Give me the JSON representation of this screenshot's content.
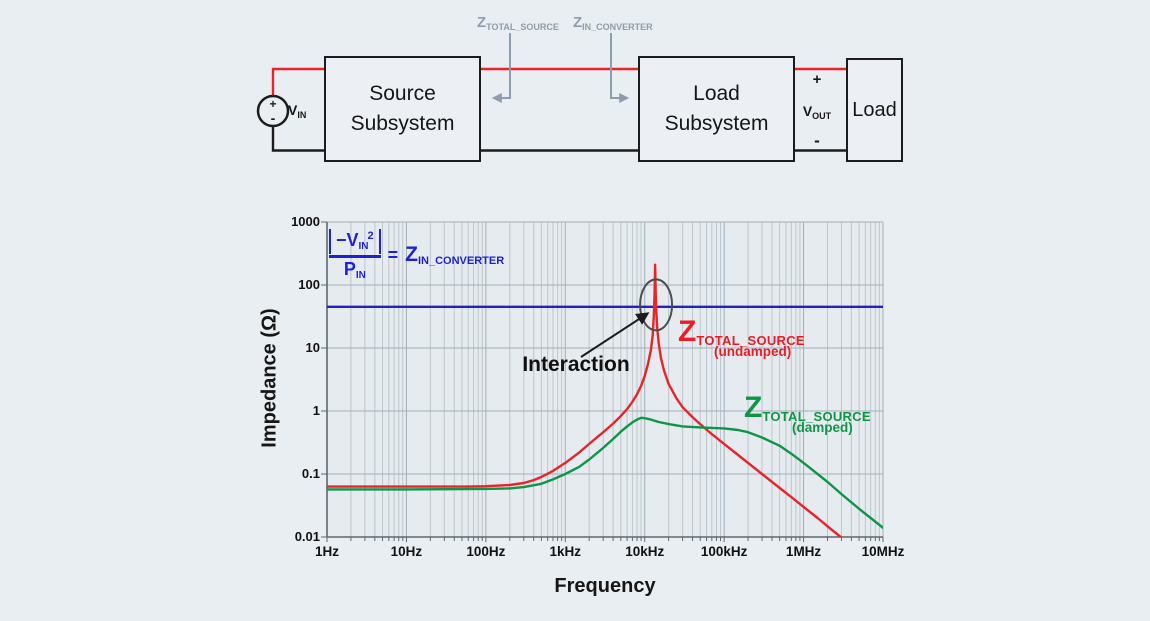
{
  "diagram": {
    "source": {
      "plus": "+",
      "minus": "-",
      "label": "V",
      "label_sub": "IN"
    },
    "source_box": {
      "line1": "Source",
      "line2": "Subsystem"
    },
    "load_box": {
      "line1": "Load",
      "line2": "Subsystem"
    },
    "load": {
      "label": "Load"
    },
    "z_total_source": {
      "main": "Z",
      "sub": "TOTAL_SOURCE"
    },
    "z_in_converter": {
      "main": "Z",
      "sub": "IN_CONVERTER"
    },
    "output": {
      "plus": "+",
      "label": "V",
      "label_sub": "OUT",
      "minus": "-"
    }
  },
  "chart": {
    "ylabel": "Impedance (Ω)",
    "xlabel": "Frequency",
    "formula": {
      "numerator": "−V",
      "numerator_sub": "IN",
      "numerator_sup": "2",
      "denominator": "P",
      "denominator_sub": "IN",
      "equals": "=",
      "z": "Z",
      "z_sub": "IN_CONVERTER"
    },
    "annotation": "Interaction",
    "undamped_label": {
      "main": "Z",
      "sub": "TOTAL_SOURCE",
      "qualifier": "(undamped)"
    },
    "damped_label": {
      "main": "Z",
      "sub": "TOTAL_SOURCE",
      "qualifier": "(damped)"
    }
  },
  "chart_data": {
    "type": "line",
    "x_scale": "log",
    "y_scale": "log",
    "xlabel": "Frequency",
    "ylabel": "Impedance (Ω)",
    "xlim_hz": [
      1,
      10000000
    ],
    "ylim_ohm": [
      0.01,
      1000
    ],
    "x_tick_labels": [
      "1Hz",
      "10Hz",
      "100Hz",
      "1kHz",
      "10kHz",
      "100kHz",
      "1MHz",
      "10MHz"
    ],
    "y_tick_labels": [
      "1000",
      "100",
      "10",
      "1",
      "0.1",
      "0.01"
    ],
    "grid": "log-minor-vertical, major-horizontal",
    "series": [
      {
        "name": "Z_IN_CONVERTER",
        "color": "#2222c0",
        "points": [
          [
            1,
            45
          ],
          [
            10000000,
            45
          ]
        ]
      },
      {
        "name": "Z_TOTAL_SOURCE (undamped)",
        "color": "#e8232a",
        "points": [
          [
            1,
            0.063
          ],
          [
            5,
            0.063
          ],
          [
            20,
            0.063
          ],
          [
            60,
            0.063
          ],
          [
            100,
            0.064
          ],
          [
            200,
            0.067
          ],
          [
            300,
            0.072
          ],
          [
            400,
            0.08
          ],
          [
            500,
            0.09
          ],
          [
            700,
            0.112
          ],
          [
            1000,
            0.15
          ],
          [
            1500,
            0.22
          ],
          [
            2000,
            0.3
          ],
          [
            3000,
            0.46
          ],
          [
            4000,
            0.63
          ],
          [
            5000,
            0.83
          ],
          [
            6000,
            1.07
          ],
          [
            7000,
            1.4
          ],
          [
            8000,
            1.85
          ],
          [
            9000,
            2.5
          ],
          [
            10000,
            3.6
          ],
          [
            11000,
            5.6
          ],
          [
            12000,
            9.5
          ],
          [
            12600,
            16
          ],
          [
            13000,
            32
          ],
          [
            13300,
            75
          ],
          [
            13500,
            210
          ],
          [
            13750,
            75
          ],
          [
            14000,
            38
          ],
          [
            14400,
            20
          ],
          [
            15000,
            12
          ],
          [
            16000,
            7
          ],
          [
            17500,
            4.4
          ],
          [
            20000,
            2.7
          ],
          [
            25000,
            1.6
          ],
          [
            30000,
            1.15
          ],
          [
            40000,
            0.8
          ],
          [
            50000,
            0.62
          ],
          [
            70000,
            0.43
          ],
          [
            100000,
            0.3
          ],
          [
            150000,
            0.2
          ],
          [
            200000,
            0.15
          ],
          [
            300000,
            0.1
          ],
          [
            500000,
            0.06
          ],
          [
            700000,
            0.043
          ],
          [
            1000000,
            0.03
          ],
          [
            1500000,
            0.02
          ],
          [
            2000000,
            0.0148
          ],
          [
            3000000,
            0.0098
          ]
        ]
      },
      {
        "name": "Z_TOTAL_SOURCE (damped)",
        "color": "#109448",
        "points": [
          [
            1,
            0.057
          ],
          [
            10,
            0.057
          ],
          [
            100,
            0.058
          ],
          [
            200,
            0.059
          ],
          [
            300,
            0.062
          ],
          [
            500,
            0.07
          ],
          [
            700,
            0.082
          ],
          [
            1000,
            0.1
          ],
          [
            1500,
            0.13
          ],
          [
            2000,
            0.17
          ],
          [
            3000,
            0.26
          ],
          [
            4000,
            0.36
          ],
          [
            5000,
            0.47
          ],
          [
            6000,
            0.57
          ],
          [
            7000,
            0.66
          ],
          [
            8000,
            0.73
          ],
          [
            9000,
            0.78
          ],
          [
            10000,
            0.77
          ],
          [
            12000,
            0.73
          ],
          [
            15000,
            0.67
          ],
          [
            20000,
            0.62
          ],
          [
            30000,
            0.57
          ],
          [
            50000,
            0.55
          ],
          [
            70000,
            0.54
          ],
          [
            100000,
            0.53
          ],
          [
            150000,
            0.5
          ],
          [
            200000,
            0.46
          ],
          [
            300000,
            0.38
          ],
          [
            500000,
            0.28
          ],
          [
            700000,
            0.21
          ],
          [
            1000000,
            0.15
          ],
          [
            1500000,
            0.1
          ],
          [
            2000000,
            0.075
          ],
          [
            3000000,
            0.048
          ],
          [
            5000000,
            0.028
          ],
          [
            7000000,
            0.02
          ],
          [
            10000000,
            0.014
          ]
        ]
      }
    ],
    "annotations": {
      "interaction_freq_hz": 13500,
      "interaction_impedance_ohm": 45
    }
  }
}
